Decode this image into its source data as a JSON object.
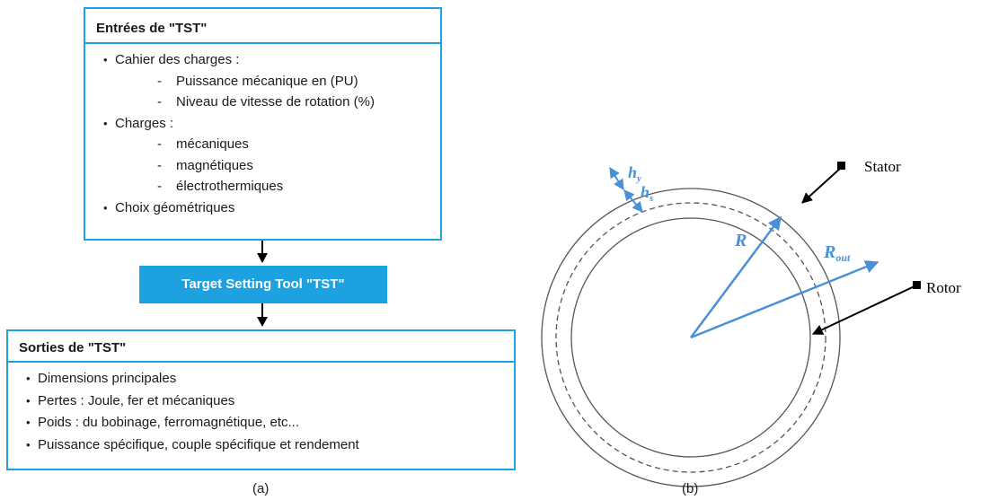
{
  "panel_a": {
    "inputs": {
      "title": "Entrées de \"TST\"",
      "item1": "Cahier des charges :",
      "item1_sub": [
        "Puissance mécanique en (PU)",
        "Niveau de vitesse de rotation (%)"
      ],
      "item2": "Charges :",
      "item2_sub": [
        "mécaniques",
        "magnétiques",
        "électrothermiques"
      ],
      "item3": "Choix géométriques"
    },
    "tool_label": "Target Setting Tool \"TST\"",
    "outputs": {
      "title": "Sorties de \"TST\"",
      "items": [
        "Dimensions principales",
        "Pertes : Joule, fer et mécaniques",
        "Poids : du bobinage, ferromagnétique, etc...",
        "Puissance spécifique, couple spécifique et rendement"
      ]
    },
    "caption": "(a)"
  },
  "panel_b": {
    "labels": {
      "stator": "Stator",
      "rotor": "Rotor",
      "R": "R",
      "R_out_main": "R",
      "R_out_sub": "out",
      "hy_main": "h",
      "hy_sub": "y",
      "hs_main": "h",
      "hs_sub": "s"
    },
    "colors": {
      "dimension": "#4a90d9",
      "line": "#000000"
    },
    "caption": "(b)"
  }
}
